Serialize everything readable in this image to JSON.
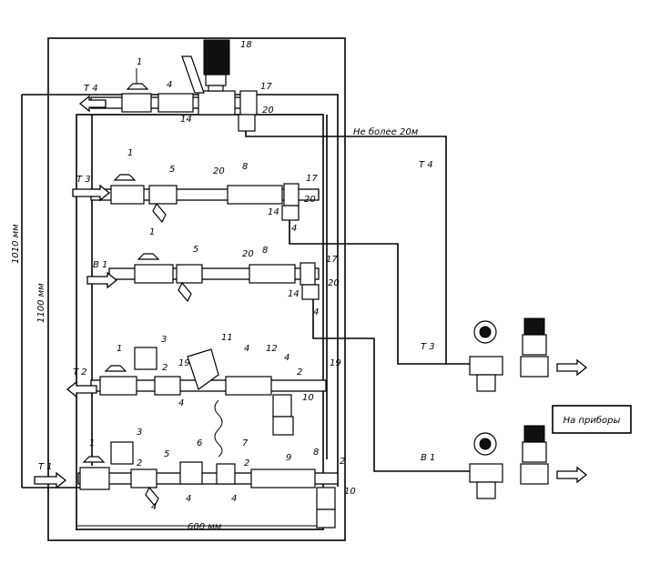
{
  "dimensions": {
    "height_outer": "1010 мм",
    "height_inner": "1100 мм",
    "width": "600 мм",
    "distance_note": "Не более 20м"
  },
  "lines": {
    "t4": "Т 4",
    "t3": "Т 3",
    "v1": "В 1",
    "t2": "Т 2",
    "t1": "Т 1",
    "right_t4": "Т 4",
    "right_t3": "Т 3",
    "right_v1": "В 1"
  },
  "instruments_label": "На приборы",
  "parts": {
    "p1": "1",
    "p2": "2",
    "p3": "3",
    "p4": "4",
    "p5": "5",
    "p6": "6",
    "p7": "7",
    "p8": "8",
    "p9": "9",
    "p10": "10",
    "p11": "11",
    "p12": "12",
    "p14": "14",
    "p17": "17",
    "p18": "18",
    "p19": "19",
    "p20": "20"
  }
}
